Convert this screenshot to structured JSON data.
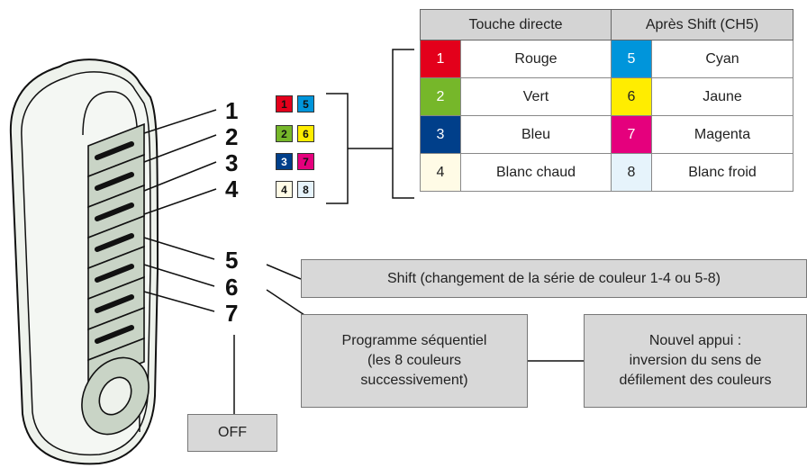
{
  "keys": {
    "k1": "1",
    "k2": "2",
    "k3": "3",
    "k4": "4",
    "k5": "5",
    "k6": "6",
    "k7": "7"
  },
  "mini_grid": [
    {
      "left": "1",
      "right": "5",
      "left_color": "#e3001b",
      "right_color": "#0095db"
    },
    {
      "left": "2",
      "right": "6",
      "left_color": "#76b72a",
      "right_color": "#ffed00"
    },
    {
      "left": "3",
      "right": "7",
      "left_color": "#003f8a",
      "right_color": "#e5007d"
    },
    {
      "left": "4",
      "right": "8",
      "left_color": "#fffbe6",
      "right_color": "#e6f3fb"
    }
  ],
  "table": {
    "header_direct": "Touche directe",
    "header_shift": "Après Shift (CH5)",
    "rows": [
      {
        "n1": "1",
        "c1": "Rouge",
        "n2": "5",
        "c2": "Cyan",
        "s1": "#e3001b",
        "s2": "#0095db"
      },
      {
        "n1": "2",
        "c1": "Vert",
        "n2": "6",
        "c2": "Jaune",
        "s1": "#76b72a",
        "s2": "#ffed00"
      },
      {
        "n1": "3",
        "c1": "Bleu",
        "n2": "7",
        "c2": "Magenta",
        "s1": "#003f8a",
        "s2": "#e5007d"
      },
      {
        "n1": "4",
        "c1": "Blanc chaud",
        "n2": "8",
        "c2": "Blanc froid",
        "s1": "#fffbe6",
        "s2": "#e6f3fb"
      }
    ]
  },
  "boxes": {
    "shift": "Shift (changement de la série de couleur 1-4 ou 5-8)",
    "program": "Programme séquentiel\n(les 8 couleurs\nsuccessivement)",
    "reverse": "Nouvel appui :\ninversion du sens de\ndéfilement des couleurs",
    "off": "OFF"
  }
}
